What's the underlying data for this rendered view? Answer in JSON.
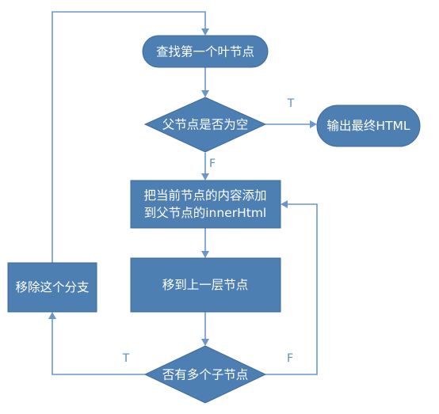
{
  "nodes": {
    "find_leaf": "查找第一个叶节点",
    "parent_empty": "父节点是否为空",
    "output_html": "输出最终HTML",
    "append_line1": "把当前节点的内容添加",
    "append_line2": "到父节点的innerHtml",
    "move_up": "移到上一层节点",
    "multi_children": "否有多个子节点",
    "remove_branch": "移除这个分支"
  },
  "edges": {
    "parent_empty_true": "T",
    "parent_empty_false": "F",
    "multi_children_true": "T",
    "multi_children_false": "F"
  },
  "colors": {
    "shape_fill": "#4d7fb3",
    "connector": "#6a97c8",
    "label_text": "#ffffff",
    "edge_label": "#5b8cc5"
  }
}
